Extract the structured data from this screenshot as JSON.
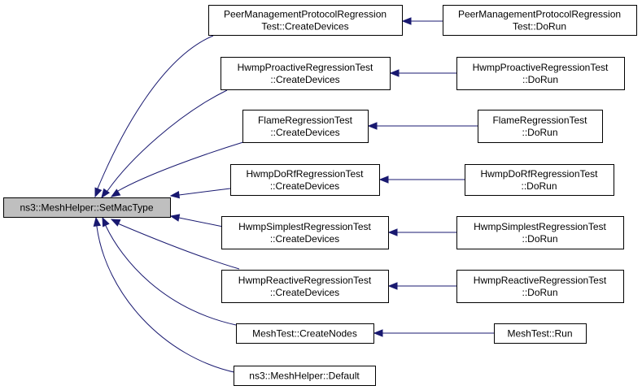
{
  "graph": {
    "nodes": [
      {
        "id": "root",
        "lines": [
          "ns3::MeshHelper::SetMacType"
        ]
      },
      {
        "id": "pmp_cd",
        "lines": [
          "PeerManagementProtocolRegression",
          "Test::CreateDevices"
        ]
      },
      {
        "id": "pmp_dr",
        "lines": [
          "PeerManagementProtocolRegression",
          "Test::DoRun"
        ]
      },
      {
        "id": "hpr_cd",
        "lines": [
          "HwmpProactiveRegressionTest",
          "::CreateDevices"
        ]
      },
      {
        "id": "hpr_dr",
        "lines": [
          "HwmpProactiveRegressionTest",
          "::DoRun"
        ]
      },
      {
        "id": "fl_cd",
        "lines": [
          "FlameRegressionTest",
          "::CreateDevices"
        ]
      },
      {
        "id": "fl_dr",
        "lines": [
          "FlameRegressionTest",
          "::DoRun"
        ]
      },
      {
        "id": "hdr_cd",
        "lines": [
          "HwmpDoRfRegressionTest",
          "::CreateDevices"
        ]
      },
      {
        "id": "hdr_dr",
        "lines": [
          "HwmpDoRfRegressionTest",
          "::DoRun"
        ]
      },
      {
        "id": "hs_cd",
        "lines": [
          "HwmpSimplestRegressionTest",
          "::CreateDevices"
        ]
      },
      {
        "id": "hs_dr",
        "lines": [
          "HwmpSimplestRegressionTest",
          "::DoRun"
        ]
      },
      {
        "id": "hre_cd",
        "lines": [
          "HwmpReactiveRegressionTest",
          "::CreateDevices"
        ]
      },
      {
        "id": "hre_dr",
        "lines": [
          "HwmpReactiveRegressionTest",
          "::DoRun"
        ]
      },
      {
        "id": "mt_cn",
        "lines": [
          "MeshTest::CreateNodes"
        ]
      },
      {
        "id": "mt_run",
        "lines": [
          "MeshTest::Run"
        ]
      },
      {
        "id": "mh_def",
        "lines": [
          "ns3::MeshHelper::Default"
        ]
      }
    ],
    "edges": [
      {
        "from": "pmp_cd",
        "to": "root"
      },
      {
        "from": "hpr_cd",
        "to": "root"
      },
      {
        "from": "fl_cd",
        "to": "root"
      },
      {
        "from": "hdr_cd",
        "to": "root"
      },
      {
        "from": "hs_cd",
        "to": "root"
      },
      {
        "from": "hre_cd",
        "to": "root"
      },
      {
        "from": "mt_cn",
        "to": "root"
      },
      {
        "from": "mh_def",
        "to": "root"
      },
      {
        "from": "pmp_dr",
        "to": "pmp_cd"
      },
      {
        "from": "hpr_dr",
        "to": "hpr_cd"
      },
      {
        "from": "fl_dr",
        "to": "fl_cd"
      },
      {
        "from": "hdr_dr",
        "to": "hdr_cd"
      },
      {
        "from": "hs_dr",
        "to": "hs_cd"
      },
      {
        "from": "hre_dr",
        "to": "hre_cd"
      },
      {
        "from": "mt_run",
        "to": "mt_cn"
      }
    ],
    "colors": {
      "edge": "#191970",
      "root_fill": "#bfbfbf",
      "node_fill": "#ffffff"
    }
  }
}
